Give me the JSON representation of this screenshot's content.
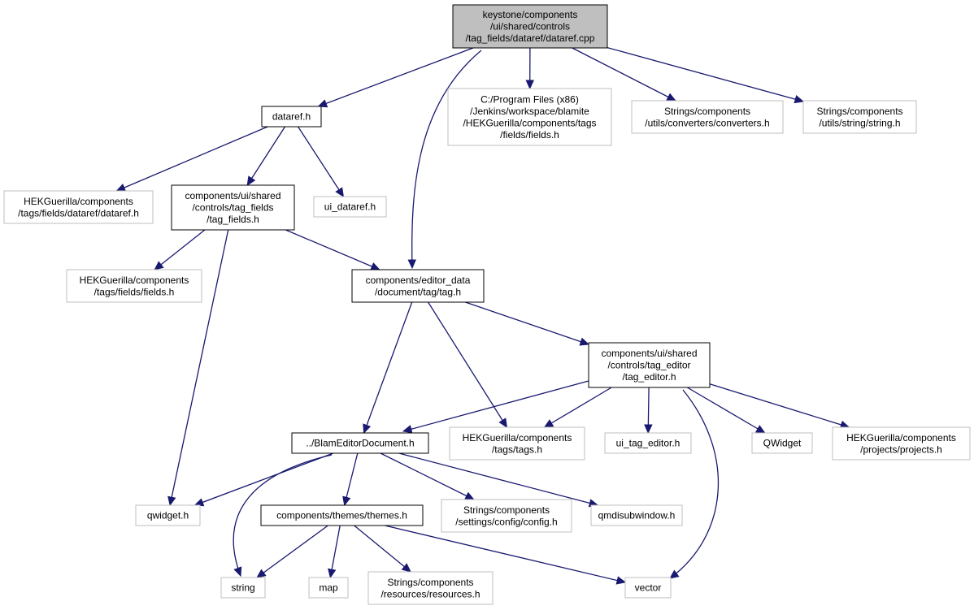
{
  "colors": {
    "edge": "#191970",
    "root_fill": "#bfbfbf",
    "local_border": "#000000",
    "external_border": "#bfbfbf"
  },
  "nodes": {
    "root": {
      "lines": [
        "keystone/components",
        "/ui/shared/controls",
        "/tag_fields/dataref/dataref.cpp"
      ],
      "kind": "root"
    },
    "dataref_h": {
      "lines": [
        "dataref.h"
      ],
      "kind": "local"
    },
    "fields_h_jenkins": {
      "lines": [
        "C:/Program Files (x86)",
        "/Jenkins/workspace/blamite",
        "/HEKGuerilla/components/tags",
        "/fields/fields.h"
      ],
      "kind": "external"
    },
    "converters_h": {
      "lines": [
        "Strings/components",
        "/utils/converters/converters.h"
      ],
      "kind": "external"
    },
    "string_h": {
      "lines": [
        "Strings/components",
        "/utils/string/string.h"
      ],
      "kind": "external"
    },
    "hek_dataref_h": {
      "lines": [
        "HEKGuerilla/components",
        "/tags/fields/dataref/dataref.h"
      ],
      "kind": "external"
    },
    "tag_fields_h": {
      "lines": [
        "components/ui/shared",
        "/controls/tag_fields",
        "/tag_fields.h"
      ],
      "kind": "local"
    },
    "ui_dataref_h": {
      "lines": [
        "ui_dataref.h"
      ],
      "kind": "external"
    },
    "hek_fields_h": {
      "lines": [
        "HEKGuerilla/components",
        "/tags/fields/fields.h"
      ],
      "kind": "external"
    },
    "tag_h": {
      "lines": [
        "components/editor_data",
        "/document/tag/tag.h"
      ],
      "kind": "local"
    },
    "tag_editor_h": {
      "lines": [
        "components/ui/shared",
        "/controls/tag_editor",
        "/tag_editor.h"
      ],
      "kind": "local"
    },
    "blam_editor_doc_h": {
      "lines": [
        "../BlamEditorDocument.h"
      ],
      "kind": "local"
    },
    "hek_tags_h": {
      "lines": [
        "HEKGuerilla/components",
        "/tags/tags.h"
      ],
      "kind": "external"
    },
    "ui_tag_editor_h": {
      "lines": [
        "ui_tag_editor.h"
      ],
      "kind": "external"
    },
    "qwidget_cls": {
      "lines": [
        "QWidget"
      ],
      "kind": "external"
    },
    "hek_projects_h": {
      "lines": [
        "HEKGuerilla/components",
        "/projects/projects.h"
      ],
      "kind": "external"
    },
    "qwidget_h": {
      "lines": [
        "qwidget.h"
      ],
      "kind": "external"
    },
    "themes_h": {
      "lines": [
        "components/themes/themes.h"
      ],
      "kind": "local"
    },
    "config_h": {
      "lines": [
        "Strings/components",
        "/settings/config/config.h"
      ],
      "kind": "external"
    },
    "qmdisubwindow_h": {
      "lines": [
        "qmdisubwindow.h"
      ],
      "kind": "external"
    },
    "string_std": {
      "lines": [
        "string"
      ],
      "kind": "external"
    },
    "map_std": {
      "lines": [
        "map"
      ],
      "kind": "external"
    },
    "resources_h": {
      "lines": [
        "Strings/components",
        "/resources/resources.h"
      ],
      "kind": "external"
    },
    "vector_std": {
      "lines": [
        "vector"
      ],
      "kind": "external"
    }
  },
  "edges": [
    [
      "root",
      "dataref_h"
    ],
    [
      "root",
      "tag_h"
    ],
    [
      "root",
      "fields_h_jenkins"
    ],
    [
      "root",
      "converters_h"
    ],
    [
      "root",
      "string_h"
    ],
    [
      "dataref_h",
      "hek_dataref_h"
    ],
    [
      "dataref_h",
      "tag_fields_h"
    ],
    [
      "dataref_h",
      "ui_dataref_h"
    ],
    [
      "tag_fields_h",
      "hek_fields_h"
    ],
    [
      "tag_fields_h",
      "tag_h"
    ],
    [
      "tag_fields_h",
      "qwidget_h"
    ],
    [
      "tag_h",
      "blam_editor_doc_h"
    ],
    [
      "tag_h",
      "hek_tags_h"
    ],
    [
      "tag_h",
      "tag_editor_h"
    ],
    [
      "tag_editor_h",
      "blam_editor_doc_h"
    ],
    [
      "tag_editor_h",
      "hek_tags_h"
    ],
    [
      "tag_editor_h",
      "ui_tag_editor_h"
    ],
    [
      "tag_editor_h",
      "qwidget_cls"
    ],
    [
      "tag_editor_h",
      "hek_projects_h"
    ],
    [
      "tag_editor_h",
      "vector_std"
    ],
    [
      "blam_editor_doc_h",
      "qwidget_h"
    ],
    [
      "blam_editor_doc_h",
      "themes_h"
    ],
    [
      "blam_editor_doc_h",
      "config_h"
    ],
    [
      "blam_editor_doc_h",
      "qmdisubwindow_h"
    ],
    [
      "blam_editor_doc_h",
      "string_std"
    ],
    [
      "themes_h",
      "string_std"
    ],
    [
      "themes_h",
      "map_std"
    ],
    [
      "themes_h",
      "resources_h"
    ],
    [
      "themes_h",
      "vector_std"
    ]
  ]
}
